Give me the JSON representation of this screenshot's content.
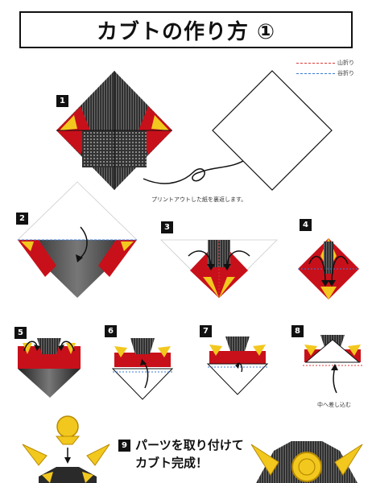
{
  "title": "カブトの作り方 ①",
  "legend": {
    "mountain_fold": "山折り",
    "valley_fold": "谷折り",
    "mountain_color": "#e03a3a",
    "valley_color": "#3a7bd5"
  },
  "steps": [
    {
      "number": "1",
      "caption": "プリントアウトした紙を裏返します。"
    },
    {
      "number": "2",
      "caption": ""
    },
    {
      "number": "3",
      "caption": ""
    },
    {
      "number": "4",
      "caption": ""
    },
    {
      "number": "5",
      "caption": ""
    },
    {
      "number": "6",
      "caption": ""
    },
    {
      "number": "7",
      "caption": ""
    },
    {
      "number": "8",
      "caption": "中へ差し込む"
    },
    {
      "number": "9",
      "caption": ""
    }
  ],
  "final_step": {
    "line1": "パーツを取り付けて",
    "line2": "カブト完成！"
  },
  "colors": {
    "red": "#c8101a",
    "gold": "#f2c81e",
    "dark": "#2a2a2a",
    "gray": "#555555"
  }
}
